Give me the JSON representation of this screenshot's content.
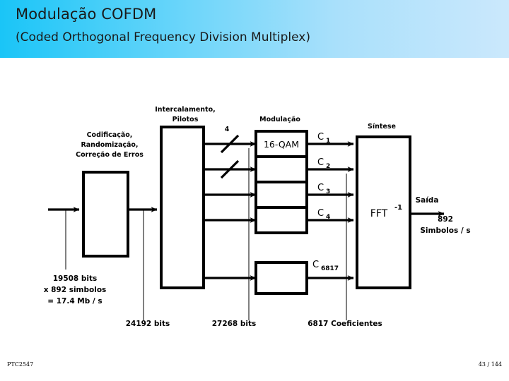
{
  "header": {
    "title": "Modulação COFDM",
    "subtitle": "(Coded Orthogonal Frequency Division Multiplex)",
    "gradient_start": "#1ac5f7",
    "gradient_end": "#cbe8fc"
  },
  "diagram": {
    "stage_labels": {
      "coding": "Codificação,\nRandomização,\nCorreção de Erros",
      "coding_line1": "Codificação,",
      "coding_line2": "Randomização,",
      "coding_line3": "Correção de Erros",
      "interleaving_line1": "Intercalamento,",
      "interleaving_line2": "Pilotos",
      "modulation": "Modulação",
      "synthesis": "Síntese"
    },
    "blocks": {
      "modulation_type": "16-QAM",
      "fft_label": "FFT",
      "fft_exponent": "-1"
    },
    "bus_width_label": "4",
    "carriers": [
      {
        "base": "C",
        "sub": "1"
      },
      {
        "base": "C",
        "sub": "2"
      },
      {
        "base": "C",
        "sub": "3"
      },
      {
        "base": "C",
        "sub": "4"
      },
      {
        "base": "C",
        "sub": "6817"
      }
    ],
    "output": {
      "label": "Saída",
      "rate_value": "892",
      "rate_unit": "Simbolos / s"
    },
    "input_stats": {
      "line1": "19508 bits",
      "line2": "x 892 simbolos",
      "line3": "= 17.4 Mb / s"
    },
    "bus_annotations": [
      "24192 bits",
      "27268 bits",
      "6817 Coeficientes"
    ]
  },
  "footer": {
    "course_code": "PTC2547",
    "page_number": "43 / 144"
  }
}
